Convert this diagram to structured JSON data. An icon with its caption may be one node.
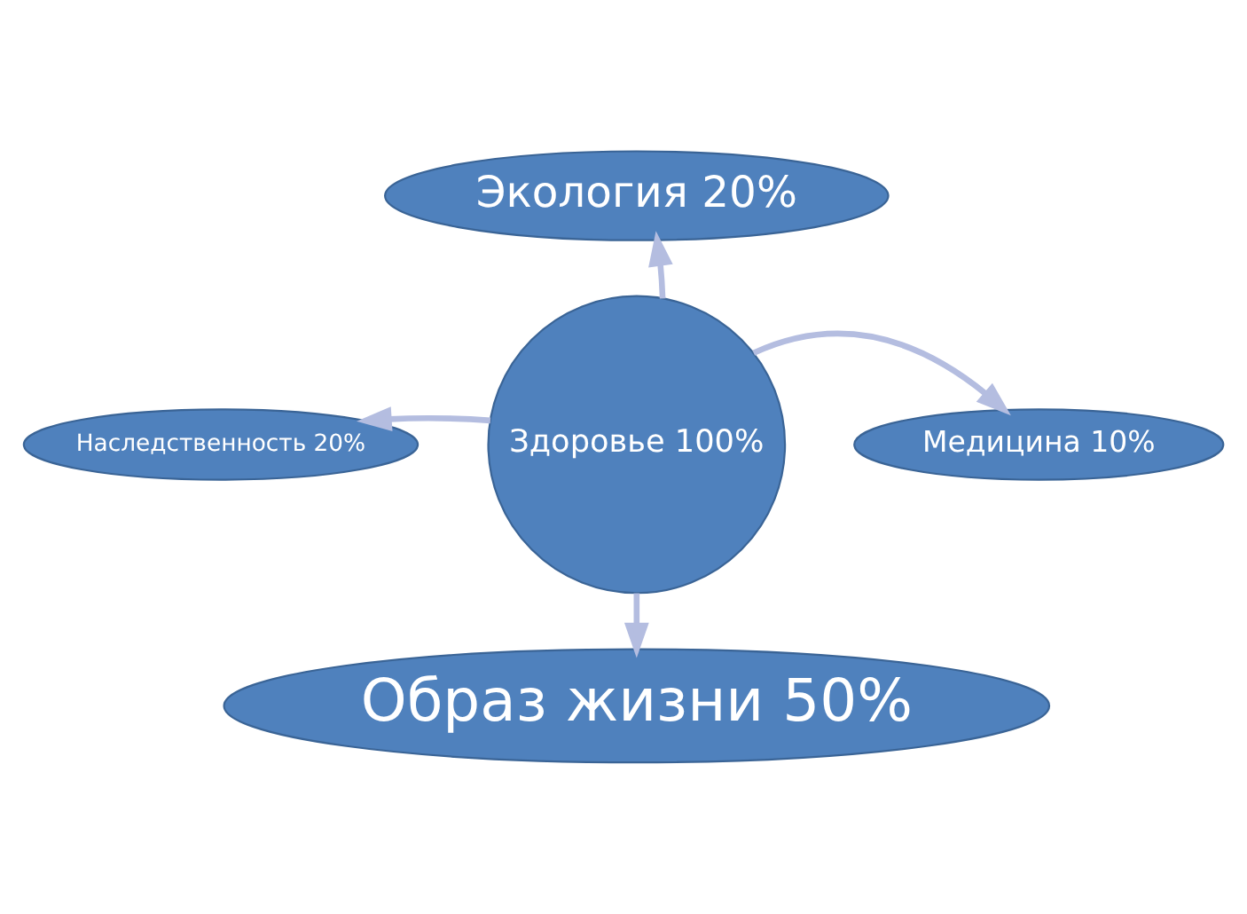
{
  "diagram": {
    "nodes": [
      {
        "text": [
          "Экология 20%"
        ]
      },
      {
        "text": [
          "Здоровье 100%"
        ]
      },
      {
        "text": [
          "Наследственность 20%"
        ]
      },
      {
        "text": [
          "Медицина 10%"
        ]
      },
      {
        "text": [
          "Образ жизни 50%"
        ]
      }
    ],
    "edges": [
      {
        "from": 1,
        "to": 0,
        "arrow": "to"
      },
      {
        "from": 1,
        "to": 2,
        "arrow": "to"
      },
      {
        "from": 1,
        "to": 3,
        "arrow": "to"
      },
      {
        "from": 1,
        "to": 4,
        "arrow": "to"
      }
    ]
  }
}
